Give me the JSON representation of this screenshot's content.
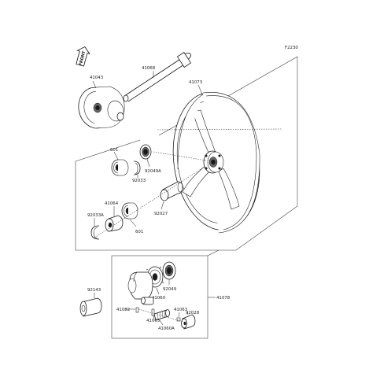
{
  "figure_code": "F2230",
  "front_label": "FRONT",
  "parts": {
    "p41068": "41068",
    "p41043": "41043",
    "p41073": "41073",
    "p601a": "601",
    "p92049A": "92049A",
    "p92033": "92033",
    "p41064": "41064",
    "p92033A": "92033A",
    "p601b": "601",
    "p92027": "92027",
    "p92049": "92049",
    "p92143": "92143",
    "p41060": "41060",
    "p41078": "41078",
    "p41082": "41082",
    "p41063a": "41063",
    "p41063b": "41063",
    "p92028": "92028",
    "p41060A": "41060A"
  }
}
